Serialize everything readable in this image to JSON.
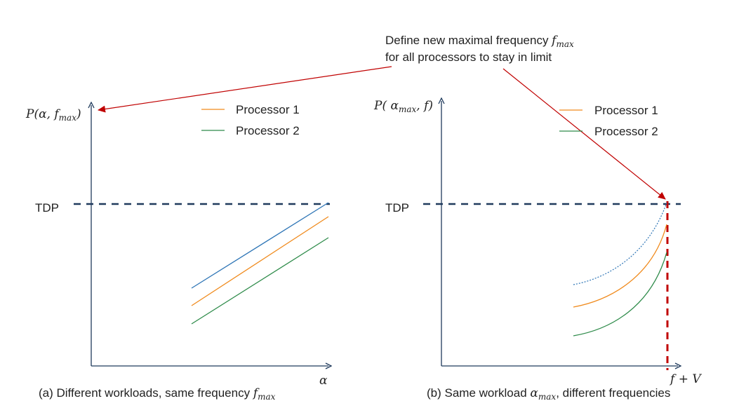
{
  "callout": {
    "line1_text": "Define new maximal frequency ",
    "line1_f": "f",
    "line1_sub": "max",
    "line2": "for all processors to stay in limit"
  },
  "colors": {
    "axis": "#1f3a5c",
    "tdp_line": "#1f3a5c",
    "callout_arrow": "#c00000",
    "vertical_dashed": "#c00000",
    "processor1": "#f08a1c",
    "processor2": "#2e8b4a",
    "reference": "#2e75b6"
  },
  "left_panel": {
    "y_label": {
      "pre": "P(α, ",
      "f": "f",
      "sub": "max",
      "post": ")"
    },
    "x_label": "α",
    "tdp_label": "TDP",
    "legend": [
      "Processor 1",
      "Processor 2"
    ],
    "caption": {
      "text": "(a) Different workloads, same frequency ",
      "f": "f",
      "sub": "max"
    }
  },
  "right_panel": {
    "y_label": {
      "pre": "P( ",
      "a": "α",
      "sub": "max",
      "post": ", f)"
    },
    "x_label": "f + V",
    "tdp_label": "TDP",
    "legend": [
      "Processor 1",
      "Processor 2"
    ],
    "caption": {
      "pre": "(b) Same workload ",
      "a": "α",
      "sub": "max",
      "post": ", different frequencies"
    }
  }
}
